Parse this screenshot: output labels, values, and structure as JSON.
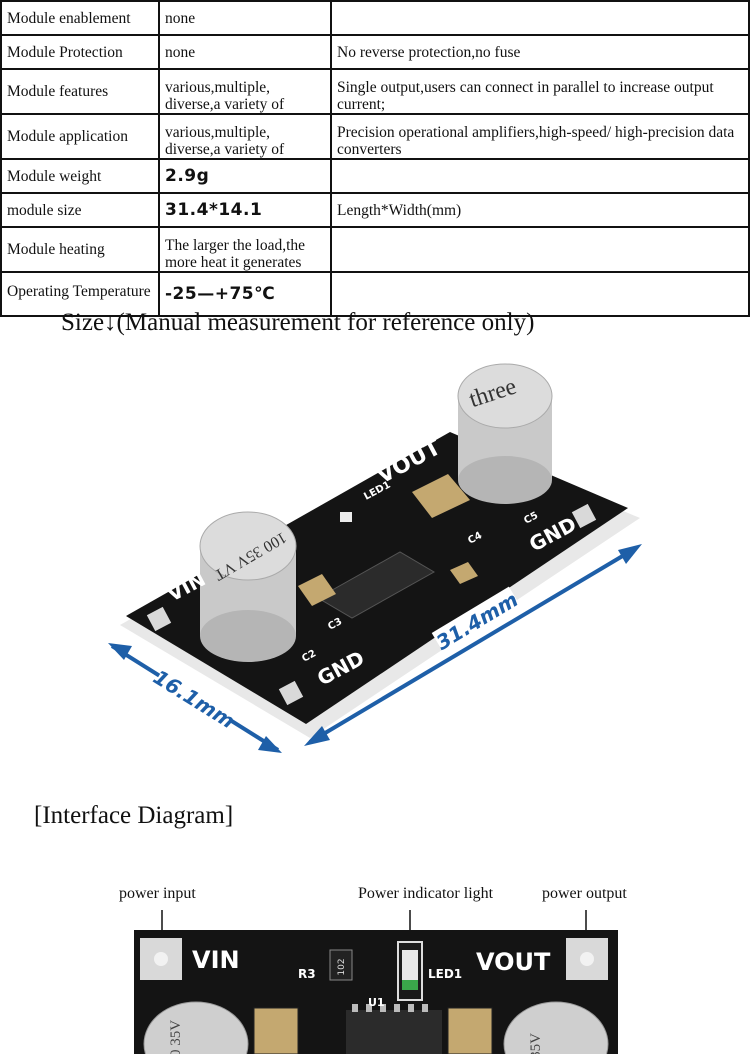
{
  "spec_table": {
    "rows": [
      {
        "label": "Module enablement",
        "value": "none",
        "note": ""
      },
      {
        "label": "Module Protection",
        "value": "none",
        "note": "No reverse protection,no fuse"
      },
      {
        "label": "Module features",
        "value": "various,multiple, diverse,a variety of",
        "note": "Single output,users can connect in parallel to increase output current;"
      },
      {
        "label": "Module application",
        "value": "various,multiple, diverse,a variety of",
        "note": "Precision operational amplifiers,high-speed/ high-precision data converters"
      },
      {
        "label": "Module weight",
        "value": "2.9g",
        "note": ""
      },
      {
        "label": "module size",
        "value": "31.4*14.1",
        "note": "Length*Width(mm)"
      },
      {
        "label": "Module heating",
        "value": "The larger the load,the more heat it generates",
        "note": ""
      },
      {
        "label": "Operating Temperature",
        "value": "-25—+75℃",
        "note": ""
      }
    ]
  },
  "size_section": {
    "heading": "Size↓(Manual measurement for reference only)",
    "length_label": "31.4mm",
    "width_label": "16.1mm",
    "board_labels": {
      "vin": "VIN",
      "vout": "VOUT",
      "gnd_left": "GND",
      "gnd_right": "GND",
      "cap_left": "100 35V VT",
      "cap_right": "three",
      "c2": "C2",
      "c3": "C3",
      "c4": "C4",
      "c5": "C5",
      "led": "LED1"
    }
  },
  "interface_section": {
    "heading": "[Interface Diagram]",
    "callouts": {
      "power_input": "power input",
      "power_indicator": "Power indicator light",
      "power_output": "power output"
    },
    "board_labels": {
      "vin": "VIN",
      "vout": "VOUT",
      "r3": "R3",
      "r3_code": "102",
      "led1": "LED1",
      "u1": "U1",
      "cap_left": "100 35V",
      "cap_right": "35V"
    }
  },
  "colors": {
    "pcb": "#141414",
    "silkscreen": "#ffffff",
    "pad": "#d9d9d9",
    "dimension_arrow": "#1e5fa8",
    "capacitor": "#c9c9c9"
  }
}
